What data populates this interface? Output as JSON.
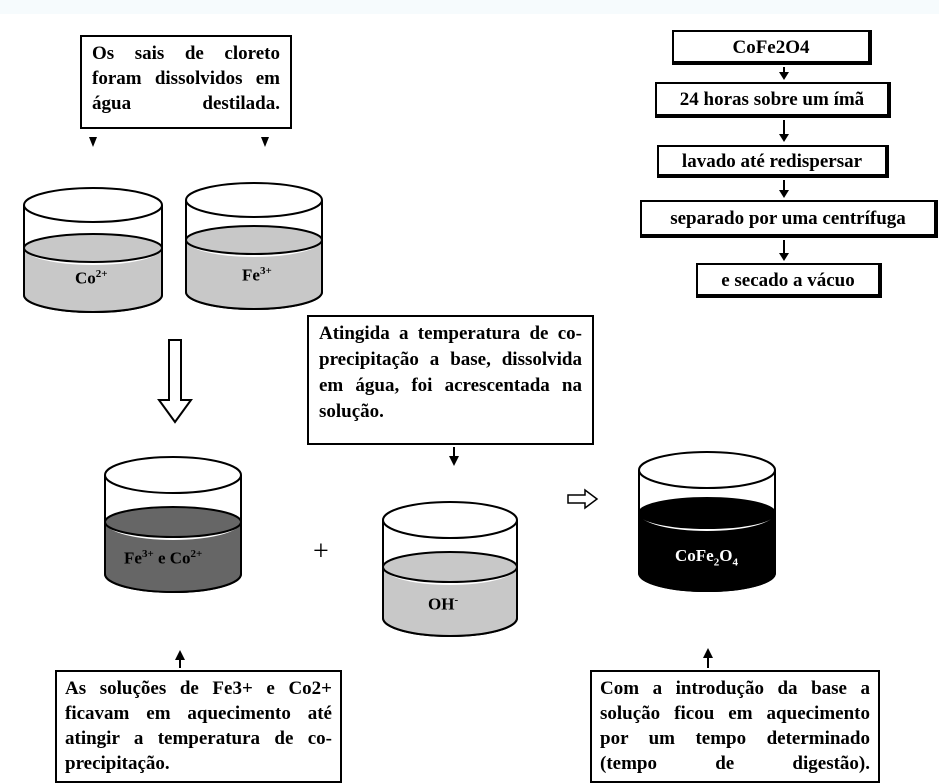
{
  "notes": {
    "top_left": "Os sais de cloreto foram dissolvidos em água destilada.",
    "middle": "Atingida a temperatura de co-precipitação a base, dissolvida em água, foi acrescentada na solução.",
    "bottom_left": "As soluções de Fe3+ e Co2+ ficavam em aquecimento até atingir a temperatura de co-precipitação.",
    "bottom_right": "Com a introdução da base a solução ficou em aquecimento por um tempo determinado (tempo de digestão)."
  },
  "flowchart": {
    "steps": [
      "CoFe2O4",
      "24 horas sobre um ímã",
      "lavado até redispersar",
      "separado por uma centrífuga",
      "e secado a vácuo"
    ]
  },
  "beakers": {
    "co": {
      "ion": "Co",
      "charge": "2+"
    },
    "fe": {
      "ion": "Fe",
      "charge": "3+"
    },
    "mix": {
      "ion1": "Fe",
      "charge1": "3+",
      "join": " e ",
      "ion2": "Co",
      "charge2": "2+"
    },
    "base": {
      "ion": "OH",
      "charge": "-"
    },
    "product": {
      "a": "CoFe",
      "sub1": "2",
      "b": "O",
      "sub2": "4"
    }
  },
  "symbols": {
    "plus": "+"
  },
  "colors": {
    "solution_light": "#c8c8c8",
    "solution_mix": "#666666",
    "solution_product": "#000000",
    "line": "#000000"
  }
}
